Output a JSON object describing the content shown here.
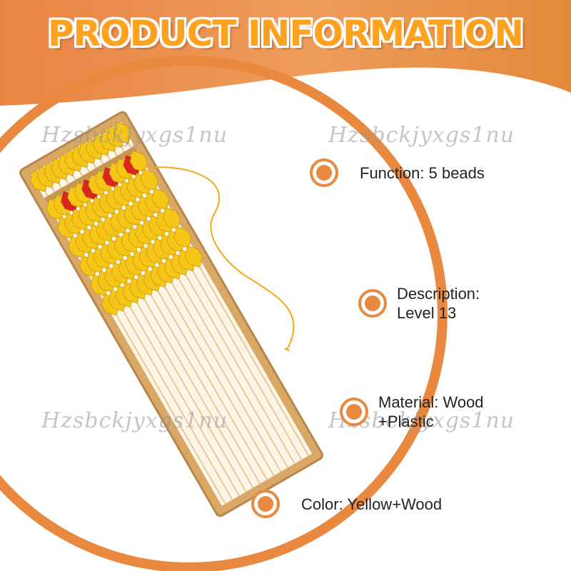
{
  "header": {
    "title": "PRODUCT INFORMATION"
  },
  "watermark": {
    "text": "Hzsbckjyxgs1nu"
  },
  "features": [
    {
      "text": "Function: 5 beads"
    },
    {
      "text": "Description:\nLevel 13"
    },
    {
      "text": "Material: Wood\n+Plastic"
    },
    {
      "text": "Color: Yellow+Wood"
    }
  ],
  "product": {
    "rods": 13,
    "upper_beads_per_rod": 2,
    "lower_beads_per_rod": 5
  },
  "colors": {
    "banner": "#e8893f",
    "banner_light": "#f0a55a",
    "title": "#ffa21f",
    "ring": "#e8893f",
    "bead": "#f5c518",
    "marker_bead": "#d8261c",
    "frame_wood": "#d9a866",
    "string": "#f2a81a"
  },
  "icons": {
    "marker": "orange-circle-marker-icon"
  }
}
